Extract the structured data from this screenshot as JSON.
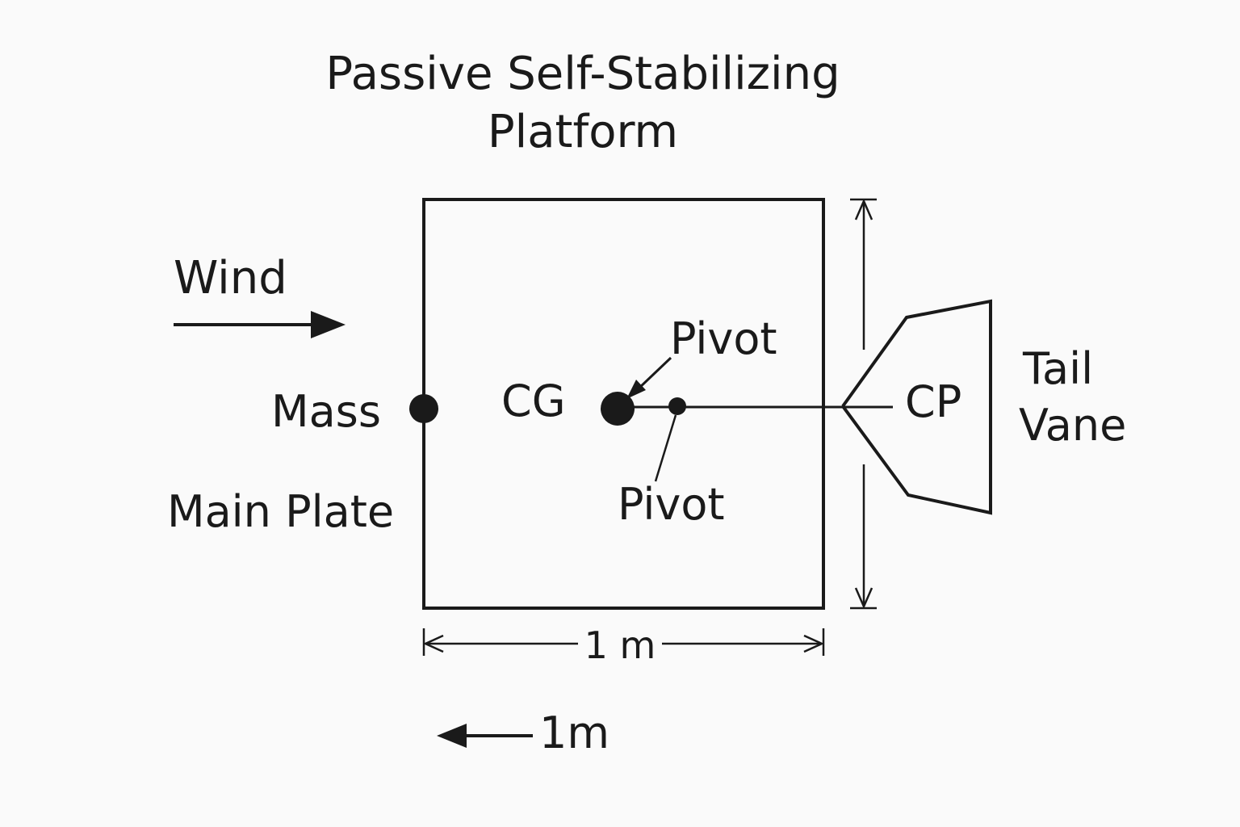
{
  "title": {
    "line1": "Passive Self-Stabilizing",
    "line2": "Platform"
  },
  "labels": {
    "wind": "Wind",
    "mass": "Mass",
    "main_plate": "Main Plate",
    "cg": "CG",
    "pivot_upper": "Pivot",
    "pivot_lower": "Pivot",
    "cp": "CP",
    "tail_line1": "Tail",
    "tail_line2": "Vane",
    "width_dimension": "1 m",
    "scale_dimension": "1m"
  },
  "colors": {
    "ink": "#1a1a1a",
    "background": "#fafafa"
  }
}
